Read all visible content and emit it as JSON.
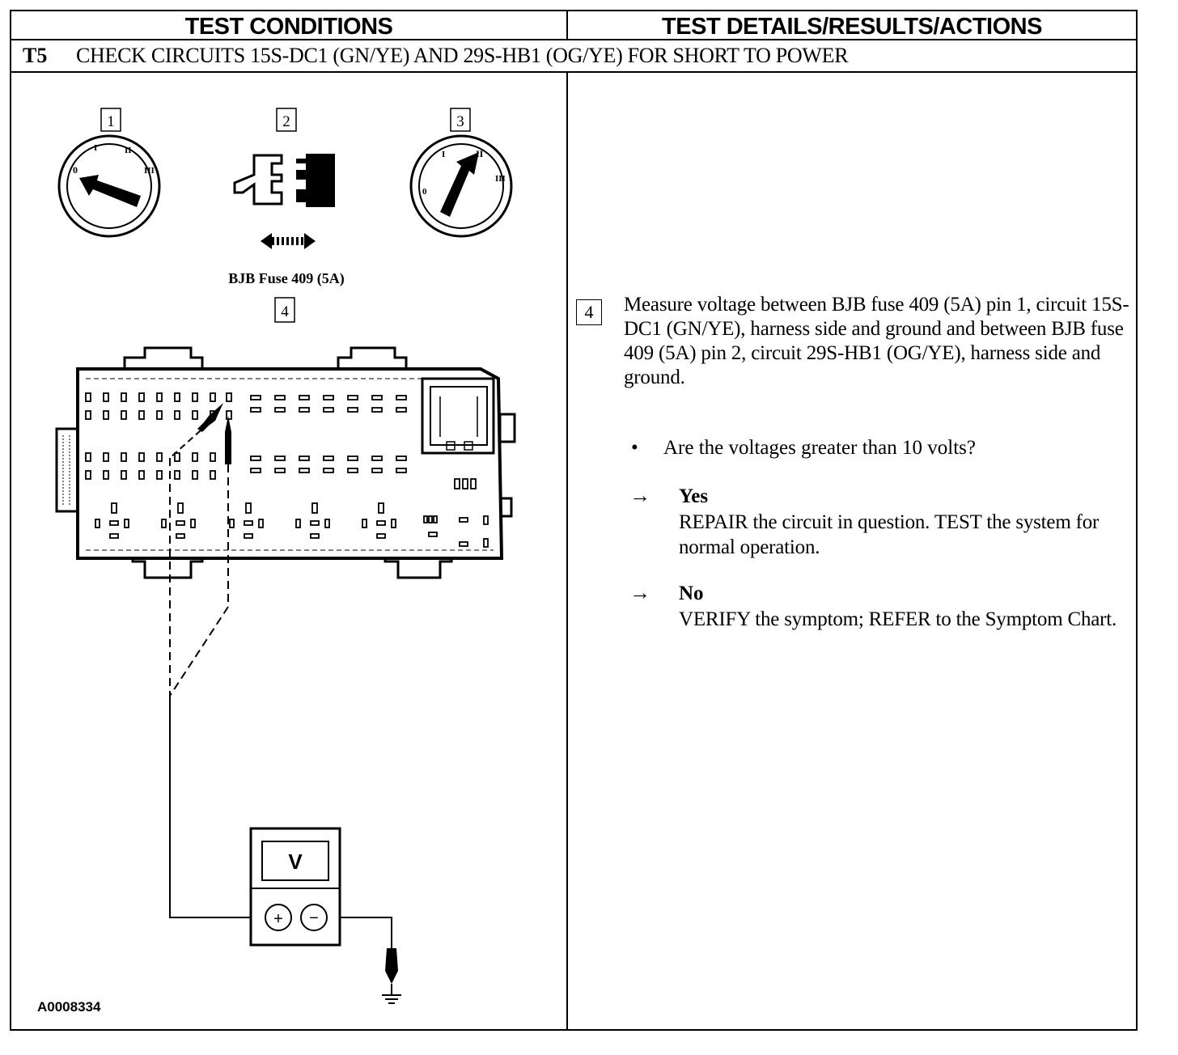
{
  "header": {
    "left": "TEST CONDITIONS",
    "right": "TEST DETAILS/RESULTS/ACTIONS"
  },
  "test": {
    "id": "T5",
    "title": "CHECK CIRCUITS 15S-DC1 (GN/YE) AND 29S-HB1 (OG/YE) FOR SHORT TO POWER"
  },
  "diagram": {
    "step1": "1",
    "step2": "2",
    "step3": "3",
    "step4": "4",
    "fuse_label": "BJB Fuse 409 (5A)",
    "meter_display": "V",
    "meter_plus": "+",
    "meter_minus": "−",
    "ignition_off_mark": "0",
    "ignition_on_mark": "II",
    "figure_id": "A0008334"
  },
  "details": {
    "step": "4",
    "instruction": "Measure voltage between BJB fuse 409 (5A) pin 1, circuit 15S-DC1 (GN/YE), harness side and ground and between BJB fuse 409 (5A) pin 2, circuit 29S-HB1 (OG/YE), harness side and ground.",
    "bullet": "•",
    "question": "Are the voltages greater than 10 volts?",
    "arrow": "→",
    "yes_label": "Yes",
    "yes_text": "REPAIR the circuit in question. TEST the system for normal operation.",
    "no_label": "No",
    "no_text": "VERIFY the symptom; REFER to the Symptom Chart."
  }
}
